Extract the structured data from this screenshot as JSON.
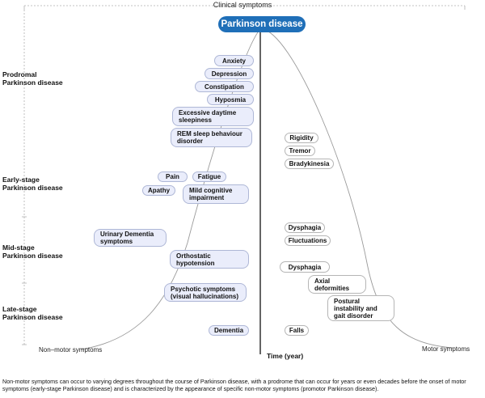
{
  "header": {
    "top_label": "Clinical symptoms",
    "title": "Parkinson disease"
  },
  "stages": [
    {
      "line1": "Prodromal",
      "line2": "Parkinson disease"
    },
    {
      "line1": "Early-stage",
      "line2": "Parkinson disease"
    },
    {
      "line1": "Mid-stage",
      "line2": "Parkinson disease"
    },
    {
      "line1": "Late-stage",
      "line2": "Parkinson disease"
    }
  ],
  "non_motor": [
    "Anxiety",
    "Depression",
    "Constipation",
    "Hyposmia",
    "Excessive daytime sleepiness",
    "REM sleep behaviour disorder",
    "Pain",
    "Fatigue",
    "Apathy",
    "Mild cognitive impairment",
    "Urinary Dementia symptoms",
    "Orthostatic hypotension",
    "Psychotic symptoms (visual hallucinations)",
    "Dementia"
  ],
  "motor": [
    "Rigidity",
    "Tremor",
    "Bradykinesia",
    "Dysphagia",
    "Fluctuations",
    "Dysphagia",
    "Axial deformities",
    "Postural instability and gait disorder",
    "Falls"
  ],
  "axes": {
    "non_motor_label": "Non–motor symptoms",
    "motor_label": "Motor symptoms",
    "time_label": "Time (year)"
  },
  "caption": "Non-motor symptoms can occur to varying degrees throughout the course of Parkinson disease, with a prodrome that can occur for years or even decades before the onset of motor symptoms (early-stage Parkinson disease) and is characterized by the appearance of specific non-motor symptoms (promotor Parkinson disease).",
  "colors": {
    "title_bg": "#1f6fb8",
    "non_motor_fill": "#eaedfb",
    "non_motor_border": "#aeb7d6",
    "motor_fill": "#ffffff",
    "motor_border": "#b5b5b5",
    "curve": "#9a9a9a"
  }
}
